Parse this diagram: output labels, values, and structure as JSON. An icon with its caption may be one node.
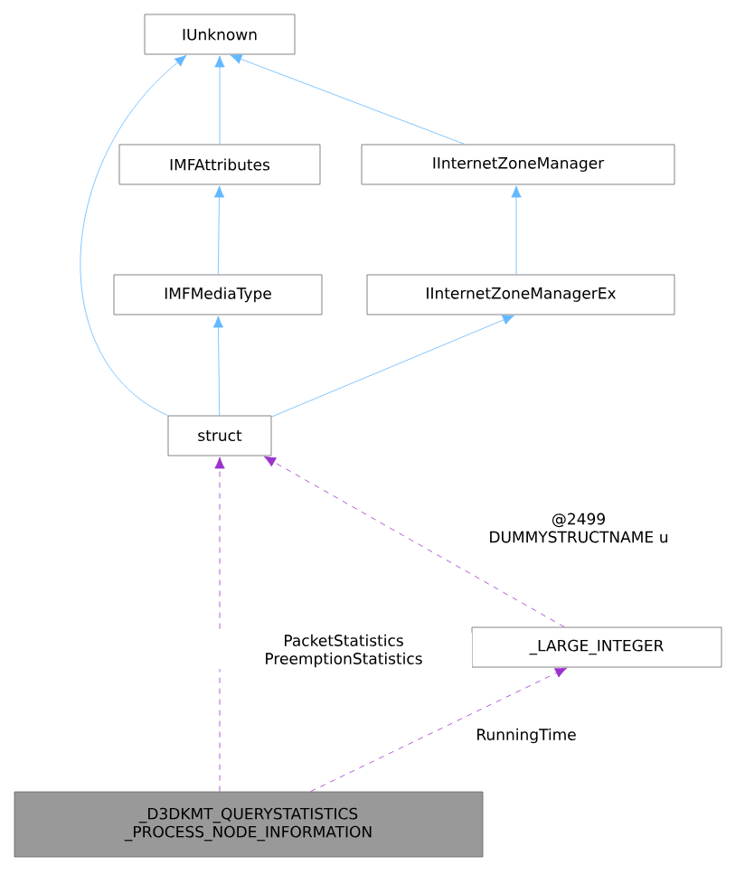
{
  "diagram": {
    "nodes": [
      {
        "text": [
          "IUnknown"
        ]
      },
      {
        "text": [
          "IMFAttributes"
        ]
      },
      {
        "text": [
          "IInternetZoneManager"
        ]
      },
      {
        "text": [
          "IMFMediaType"
        ]
      },
      {
        "text": [
          "IInternetZoneManagerEx"
        ]
      },
      {
        "text": [
          "struct"
        ]
      },
      {
        "text": [
          "_LARGE_INTEGER"
        ]
      },
      {
        "text": [
          "_D3DKMT_QUERYSTATISTICS _PROCESS_NODE_INFORMATION"
        ]
      }
    ],
    "edges": [
      {
        "from": 1,
        "to": 0,
        "arrow": "to"
      },
      {
        "from": 2,
        "to": 0,
        "arrow": "to"
      },
      {
        "from": 3,
        "to": 1,
        "arrow": "to"
      },
      {
        "from": 4,
        "to": 2,
        "arrow": "to"
      },
      {
        "from": 5,
        "to": 3,
        "arrow": "to"
      },
      {
        "from": 5,
        "to": 0,
        "arrow": "to"
      },
      {
        "from": 5,
        "to": 4,
        "arrow": "to"
      },
      {
        "from": 6,
        "to": 5,
        "arrow": "to",
        "label": "@2499 DUMMYSTRUCTNAME u",
        "style": "dashed",
        "color": "#9a32cd"
      },
      {
        "from": 7,
        "to": 5,
        "arrow": "to",
        "label": "PacketStatistics PreemptionStatistics",
        "style": "dashed",
        "color": "#9a32cd"
      },
      {
        "from": 7,
        "to": 6,
        "arrow": "to",
        "label": "RunningTime",
        "style": "dashed",
        "color": "#9a32cd"
      }
    ]
  }
}
